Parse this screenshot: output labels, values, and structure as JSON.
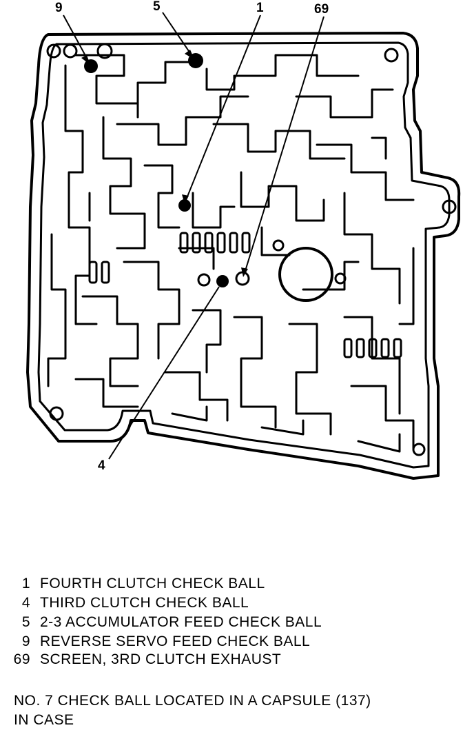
{
  "callouts": [
    {
      "id": "9",
      "label": "9"
    },
    {
      "id": "5",
      "label": "5"
    },
    {
      "id": "1",
      "label": "1"
    },
    {
      "id": "69",
      "label": "69"
    },
    {
      "id": "4",
      "label": "4"
    }
  ],
  "legend": [
    {
      "num": "1",
      "text": "FOURTH CLUTCH CHECK BALL"
    },
    {
      "num": "4",
      "text": "THIRD CLUTCH CHECK BALL"
    },
    {
      "num": "5",
      "text": "2-3 ACCUMULATOR FEED CHECK BALL"
    },
    {
      "num": "9",
      "text": "REVERSE SERVO FEED CHECK BALL"
    },
    {
      "num": "69",
      "text": "SCREEN, 3RD CLUTCH EXHAUST"
    }
  ],
  "note": {
    "line1": "NO. 7 CHECK BALL LOCATED IN A CAPSULE (137)",
    "line2": "IN CASE"
  },
  "colors": {
    "ink": "#000000",
    "paper": "#ffffff"
  }
}
